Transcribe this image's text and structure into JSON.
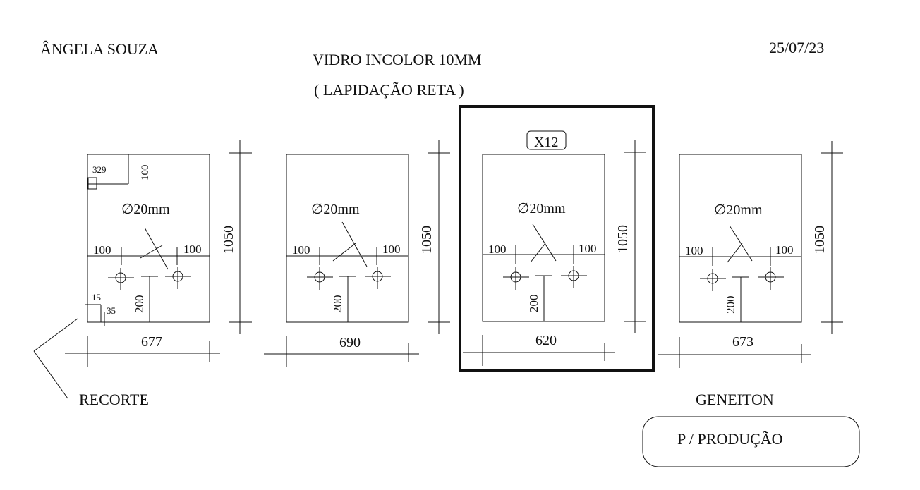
{
  "header": {
    "client": "ÂNGELA SOUZA",
    "date": "25/07/23",
    "title": "VIDRO INCOLOR  10MM",
    "subtitle": "( LAPIDAÇÃO RETA )"
  },
  "panels": [
    {
      "width_label": "677",
      "height_label": "1050",
      "hole_label": "∅20mm",
      "left_offset": "100",
      "right_offset": "100",
      "hole_height": "200",
      "notch": {
        "width": "329",
        "height": "100"
      },
      "corner_cut": {
        "x": "15",
        "y": "35"
      }
    },
    {
      "width_label": "690",
      "height_label": "1050",
      "hole_label": "∅20mm",
      "left_offset": "100",
      "right_offset": "100",
      "hole_height": "200"
    },
    {
      "width_label": "620",
      "height_label": "1050",
      "hole_label": "∅20mm",
      "left_offset": "100",
      "right_offset": "100",
      "hole_height": "200",
      "quantity": "X12"
    },
    {
      "width_label": "673",
      "height_label": "1050",
      "hole_label": "∅20mm",
      "left_offset": "100",
      "right_offset": "100",
      "hole_height": "200"
    }
  ],
  "annotations": {
    "recorte": "RECORTE",
    "author": "GENEITON",
    "production": "P / PRODUÇÃO"
  }
}
